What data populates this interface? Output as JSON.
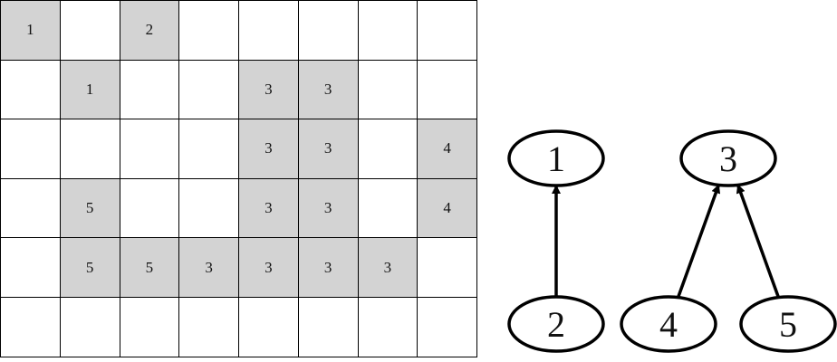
{
  "grid": {
    "rows": 6,
    "cols": 8,
    "cells": [
      [
        "1",
        "",
        "2",
        "",
        "",
        "",
        "",
        ""
      ],
      [
        "",
        "1",
        "",
        "",
        "3",
        "3",
        "",
        ""
      ],
      [
        "",
        "",
        "",
        "",
        "3",
        "3",
        "",
        "4"
      ],
      [
        "",
        "5",
        "",
        "",
        "3",
        "3",
        "",
        "4"
      ],
      [
        "",
        "5",
        "5",
        "3",
        "3",
        "3",
        "3",
        ""
      ],
      [
        "",
        "",
        "",
        "",
        "",
        "",
        "",
        ""
      ]
    ]
  },
  "forest": {
    "nodes": [
      {
        "id": "1",
        "label": "1"
      },
      {
        "id": "2",
        "label": "2"
      },
      {
        "id": "3",
        "label": "3"
      },
      {
        "id": "4",
        "label": "4"
      },
      {
        "id": "5",
        "label": "5"
      }
    ],
    "edges": [
      {
        "from": "2",
        "to": "1"
      },
      {
        "from": "4",
        "to": "3"
      },
      {
        "from": "5",
        "to": "3"
      }
    ]
  },
  "colors": {
    "filled_cell": "#d3d3d3",
    "empty_cell": "#ffffff",
    "line": "#000000"
  }
}
